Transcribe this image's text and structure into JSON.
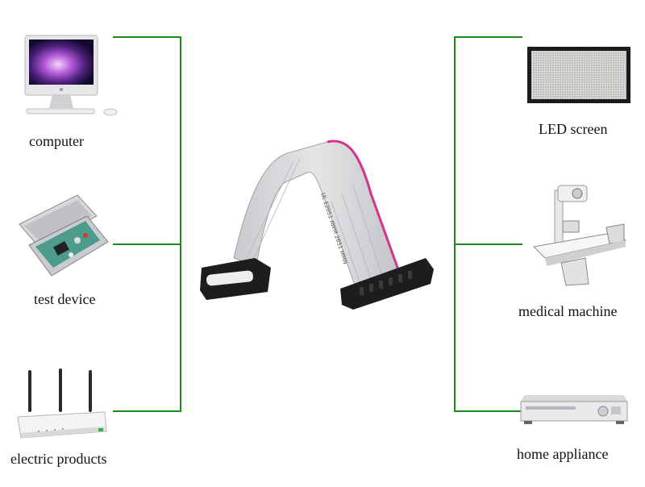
{
  "left_devices": [
    {
      "id": "computer",
      "label": "computer",
      "icon": "computer-icon"
    },
    {
      "id": "test-device",
      "label": "test device",
      "icon": "test-device-icon"
    },
    {
      "id": "electric-products",
      "label": "electric products",
      "icon": "router-icon"
    }
  ],
  "right_devices": [
    {
      "id": "led-screen",
      "label": "LED screen",
      "icon": "led-screen-icon"
    },
    {
      "id": "medical-machine",
      "label": "medical machine",
      "icon": "medical-machine-icon"
    },
    {
      "id": "home-appliance",
      "label": "home appliance",
      "icon": "dvd-player-icon"
    }
  ],
  "center": {
    "icon": "ribbon-cable-icon",
    "cable_print": "UL  E2051  AWM  2651  MMN"
  },
  "colors": {
    "connector_line": "#1e8a1e",
    "cable": "#d3d5d8",
    "cable_stripe": "#d6338a",
    "connector": "#1d1d1f"
  }
}
